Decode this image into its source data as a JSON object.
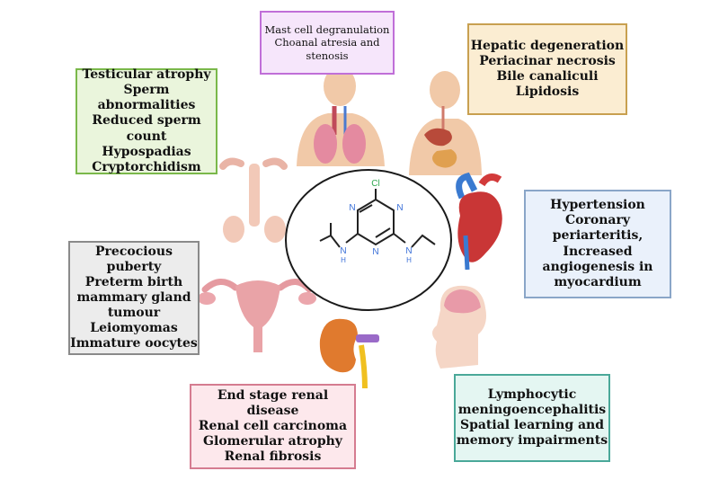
{
  "boxes": {
    "respiratory": [
      "Mast cell degranulation",
      "Choanal atresia and",
      "stenosis"
    ],
    "liver": [
      "Hepatic degeneration",
      "Periacinar necrosis",
      "Bile canaliculi",
      "Lipidosis"
    ],
    "testis": [
      "Testicular atrophy",
      "Sperm abnormalities",
      "Reduced sperm count",
      "Hypospadias",
      "Cryptorchidism"
    ],
    "heart": [
      "Hypertension",
      "Coronary periarteritis,",
      "Increased",
      "angiogenesis in",
      "myocardium"
    ],
    "ovary": [
      "Precocious puberty",
      "Preterm birth",
      "mammary gland",
      "tumour",
      "Leiomyomas",
      "Immature oocytes"
    ],
    "kidney": [
      "End stage renal disease",
      "Renal cell carcinoma",
      "Glomerular atrophy",
      "Renal fibrosis"
    ],
    "brain": [
      "Lymphocytic",
      "meningoencephalitis",
      "Spatial learning and",
      "memory impairments"
    ]
  },
  "molecule": {
    "chlorine": "Cl",
    "amine_left": "H",
    "amine_left_n": "N",
    "amine_right": "H",
    "amine_right_n": "N",
    "ring_n": "N"
  },
  "colors": {
    "ring_nitrogen": "#3a6fd8",
    "chlorine": "#2fa84f"
  }
}
